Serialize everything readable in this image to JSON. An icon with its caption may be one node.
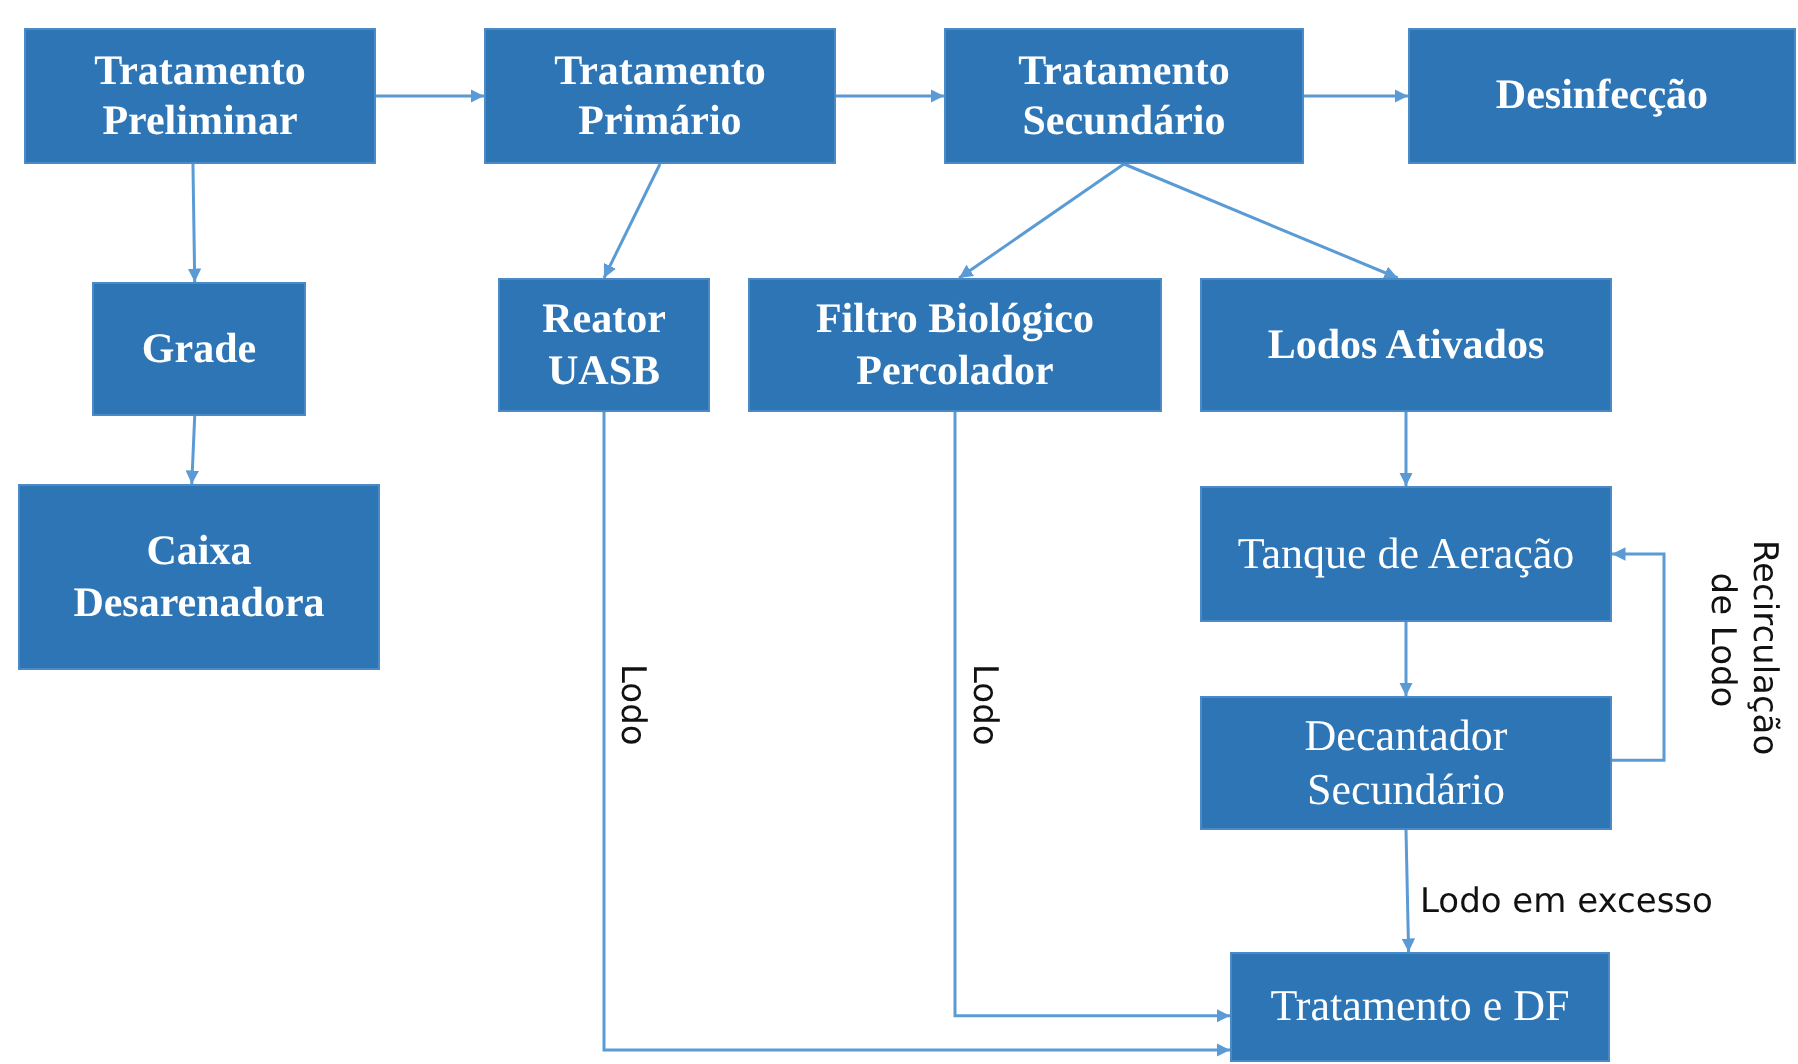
{
  "diagram": {
    "nodes": [
      {
        "text": [
          "Tratamento Preliminar"
        ]
      },
      {
        "text": [
          "Tratamento Primário"
        ]
      },
      {
        "text": [
          "Tratamento Secundário"
        ]
      },
      {
        "text": [
          "Desinfecção"
        ]
      },
      {
        "text": [
          "Grade"
        ]
      },
      {
        "text": [
          "Caixa Desarenadora"
        ]
      },
      {
        "text": [
          "Reator UASB"
        ]
      },
      {
        "text": [
          "Filtro Biológico Percolador"
        ]
      },
      {
        "text": [
          "Lodos Ativados"
        ]
      },
      {
        "text": [
          "Tanque de Aeração"
        ]
      },
      {
        "text": [
          "Decantador Secundário"
        ]
      },
      {
        "text": [
          "Tratamento e DF"
        ]
      }
    ],
    "edges": [
      {
        "from": 0,
        "to": 1,
        "arrow": "to"
      },
      {
        "from": 1,
        "to": 2,
        "arrow": "to"
      },
      {
        "from": 2,
        "to": 3,
        "arrow": "to"
      },
      {
        "from": 0,
        "to": 4,
        "arrow": "to"
      },
      {
        "from": 4,
        "to": 5,
        "arrow": "to"
      },
      {
        "from": 1,
        "to": 6,
        "arrow": "to"
      },
      {
        "from": 2,
        "to": 7,
        "arrow": "to"
      },
      {
        "from": 2,
        "to": 8,
        "arrow": "to"
      },
      {
        "from": 8,
        "to": 9,
        "arrow": "to"
      },
      {
        "from": 9,
        "to": 10,
        "arrow": "to"
      },
      {
        "from": 10,
        "to": 9,
        "arrow": "to",
        "label": "Recirculação de Lodo"
      },
      {
        "from": 10,
        "to": 11,
        "arrow": "to",
        "label": "Lodo em excesso"
      },
      {
        "from": 6,
        "to": 11,
        "arrow": "to",
        "label": "Lodo"
      },
      {
        "from": 7,
        "to": 11,
        "arrow": "to",
        "label": "Lodo"
      }
    ]
  }
}
